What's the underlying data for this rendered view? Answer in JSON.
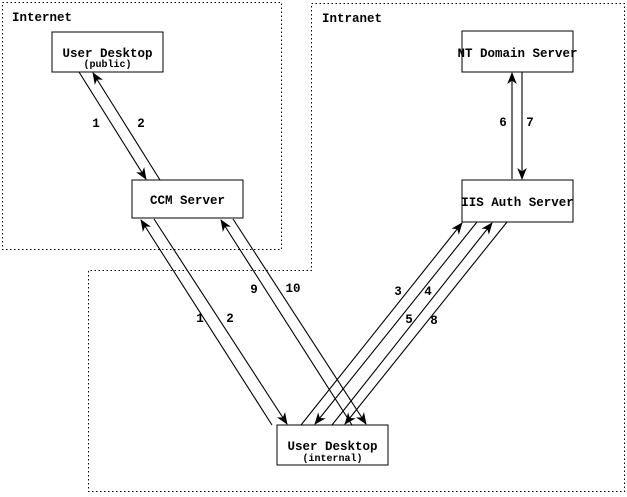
{
  "diagram": {
    "zones": [
      {
        "label": "Internet"
      },
      {
        "label": "Intranet"
      }
    ],
    "nodes": [
      {
        "id": "user-desktop-public",
        "label": "User Desktop",
        "sublabel": "(public)",
        "zone": "Internet"
      },
      {
        "id": "ccm-server",
        "label": "CCM Server",
        "zone": "Internet"
      },
      {
        "id": "nt-domain-server",
        "label": "NT Domain Server",
        "zone": "Intranet"
      },
      {
        "id": "iis-auth-server",
        "label": "IIS Auth Server",
        "zone": "Intranet"
      },
      {
        "id": "user-desktop-internal",
        "label": "User Desktop",
        "sublabel": "(internal)",
        "zone": "Intranet"
      }
    ],
    "edges": [
      {
        "label": "1",
        "from": "user-desktop-public",
        "to": "ccm-server"
      },
      {
        "label": "2",
        "from": "ccm-server",
        "to": "user-desktop-public"
      },
      {
        "label": "1",
        "from": "user-desktop-internal",
        "to": "ccm-server"
      },
      {
        "label": "2",
        "from": "ccm-server",
        "to": "user-desktop-internal"
      },
      {
        "label": "9",
        "from": "user-desktop-internal",
        "to": "ccm-server"
      },
      {
        "label": "10",
        "from": "ccm-server",
        "to": "user-desktop-internal"
      },
      {
        "label": "3",
        "from": "user-desktop-internal",
        "to": "iis-auth-server"
      },
      {
        "label": "4",
        "from": "iis-auth-server",
        "to": "user-desktop-internal"
      },
      {
        "label": "5",
        "from": "user-desktop-internal",
        "to": "iis-auth-server"
      },
      {
        "label": "8",
        "from": "iis-auth-server",
        "to": "user-desktop-internal"
      },
      {
        "label": "6",
        "from": "iis-auth-server",
        "to": "nt-domain-server"
      },
      {
        "label": "7",
        "from": "nt-domain-server",
        "to": "iis-auth-server"
      }
    ],
    "colors": {
      "background": "#ffffff",
      "stroke": "#000000"
    }
  }
}
